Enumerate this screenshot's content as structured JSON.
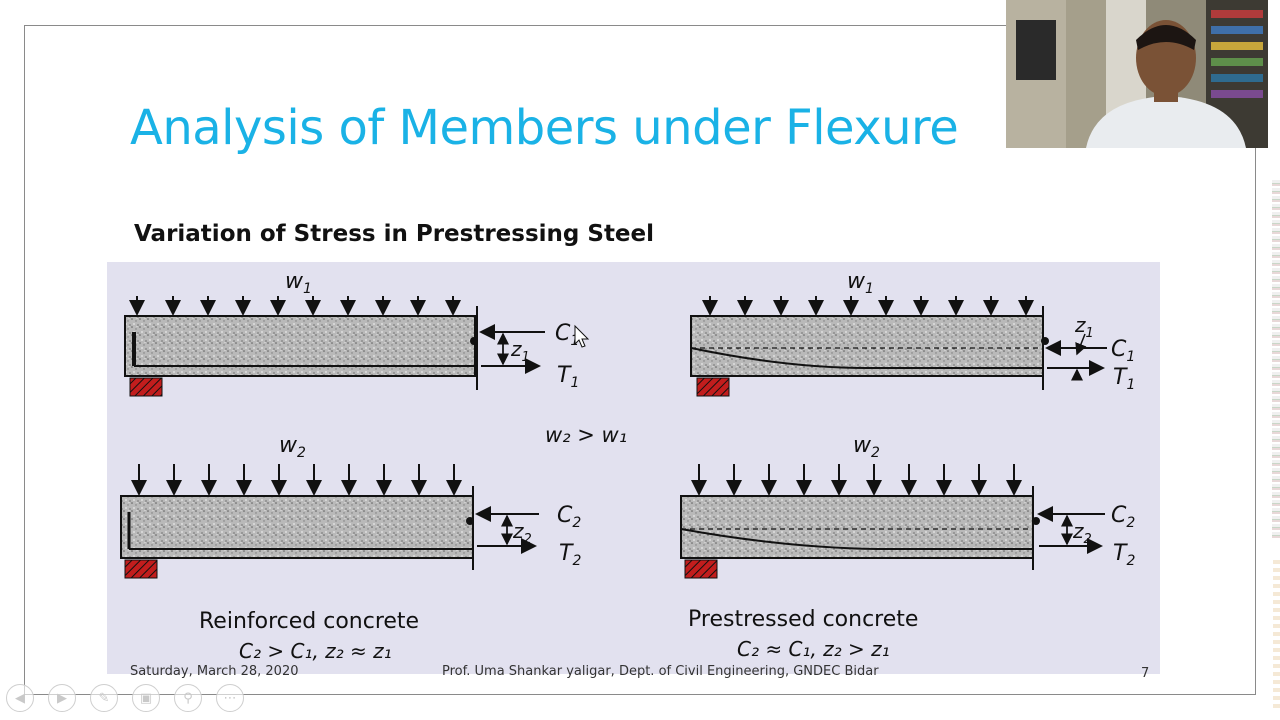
{
  "slide": {
    "title": "Analysis of Members under Flexure",
    "subtitle": "Variation of Stress in Prestressing Steel"
  },
  "figure": {
    "load_w1": "w",
    "load_w1_sub": "1",
    "load_w2": "w",
    "load_w2_sub": "2",
    "comparison": "w₂ > w₁",
    "rc_caption": "Reinforced concrete",
    "rc_relation": "C₂ > C₁, z₂ ≈ z₁",
    "pc_caption": "Prestressed concrete",
    "pc_relation": "C₂ ≈ C₁, z₂ > z₁",
    "labels": {
      "C1": "C",
      "C1_sub": "1",
      "T1": "T",
      "T1_sub": "1",
      "z1": "z",
      "z1_sub": "1",
      "C2": "C",
      "C2_sub": "2",
      "T2": "T",
      "T2_sub": "2",
      "z2": "z",
      "z2_sub": "2"
    }
  },
  "footer": {
    "date": "Saturday, March 28, 2020",
    "author": "Prof. Uma Shankar yaligar, Dept. of Civil Engineering, GNDEC Bidar",
    "page": "7"
  },
  "toolbar": {
    "icons": [
      "previous-icon",
      "next-icon",
      "pen-icon",
      "slides-icon",
      "zoom-icon",
      "more-icon"
    ],
    "glyphs": [
      "◀",
      "▶",
      "✎",
      "▣",
      "⚲",
      "⋯"
    ]
  },
  "colors": {
    "title": "#1ab2e6",
    "figure_bg": "#e2e1ef",
    "support": "#c21d1d"
  }
}
